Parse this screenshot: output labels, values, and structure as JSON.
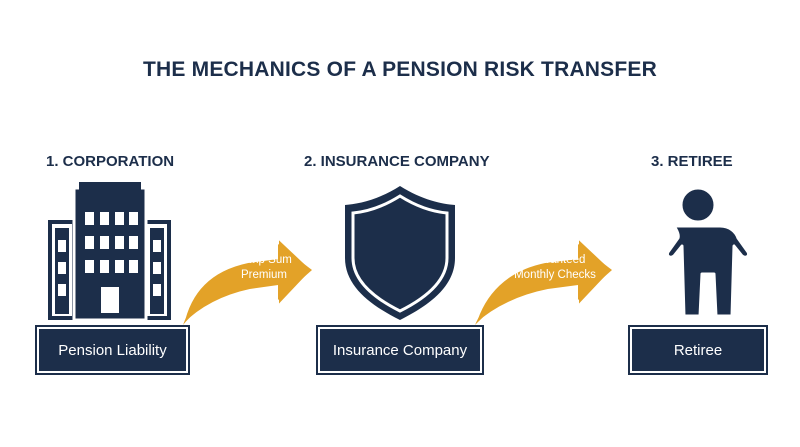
{
  "title": "THE MECHANICS OF A PENSION RISK TRANSFER",
  "steps": [
    {
      "heading": "1. CORPORATION",
      "box_label": "Pension Liability",
      "icon": "office-building-icon"
    },
    {
      "heading": "2. INSURANCE COMPANY",
      "box_label": "Insurance Company",
      "icon": "shield-icon"
    },
    {
      "heading": "3. RETIREE",
      "box_label": "Retiree",
      "icon": "person-icon"
    }
  ],
  "arrows": [
    {
      "line1": "Lump Sum",
      "line2": "Premium"
    },
    {
      "line1": "Guaranteed",
      "line2": "Monthly Checks"
    }
  ],
  "colors": {
    "navy": "#1c2e4a",
    "gold": "#e3a228",
    "white": "#ffffff"
  }
}
